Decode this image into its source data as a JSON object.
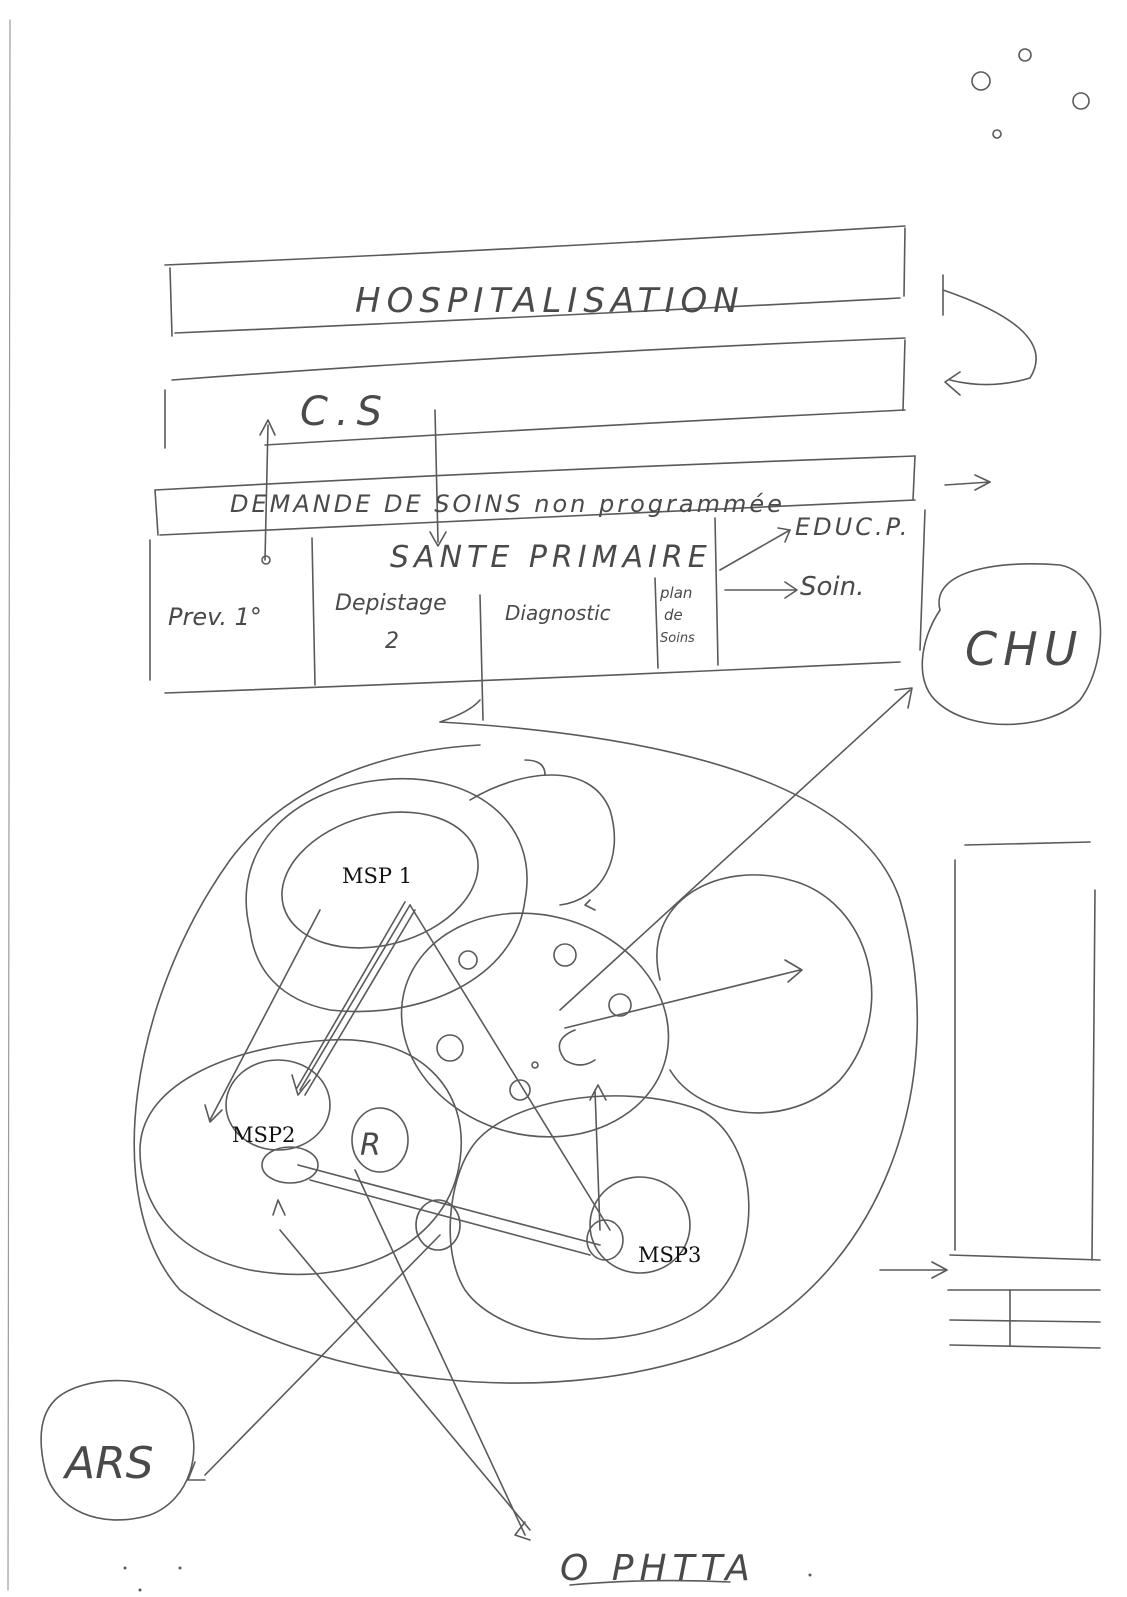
{
  "colors": {
    "ink": "#5a5a5a",
    "typed_label": "#111111",
    "paper": "#ffffff"
  },
  "layers": {
    "hospitalisation": "HOSPITALISATION",
    "cs": "C.S",
    "demande_soins": "DEMANDE DE SOINS non programmée",
    "sante_primaire": "SANTE PRIMAIRE"
  },
  "columns": {
    "prev": "Prev. 1°",
    "depistage_line1": "Depistage",
    "depistage_line2": "2",
    "diagnostic": "Diagnostic",
    "plan_line1": "plan",
    "plan_line2": "de",
    "plan_line3": "Soins"
  },
  "outputs": {
    "educ": "EDUC.P.",
    "soin": "Soin."
  },
  "nodes": {
    "msp1": "MSP 1",
    "msp2": "MSP2",
    "msp3": "MSP3",
    "r": "R",
    "chu": "CHU",
    "ars": "ARS",
    "bottom": "O PHTTA"
  }
}
